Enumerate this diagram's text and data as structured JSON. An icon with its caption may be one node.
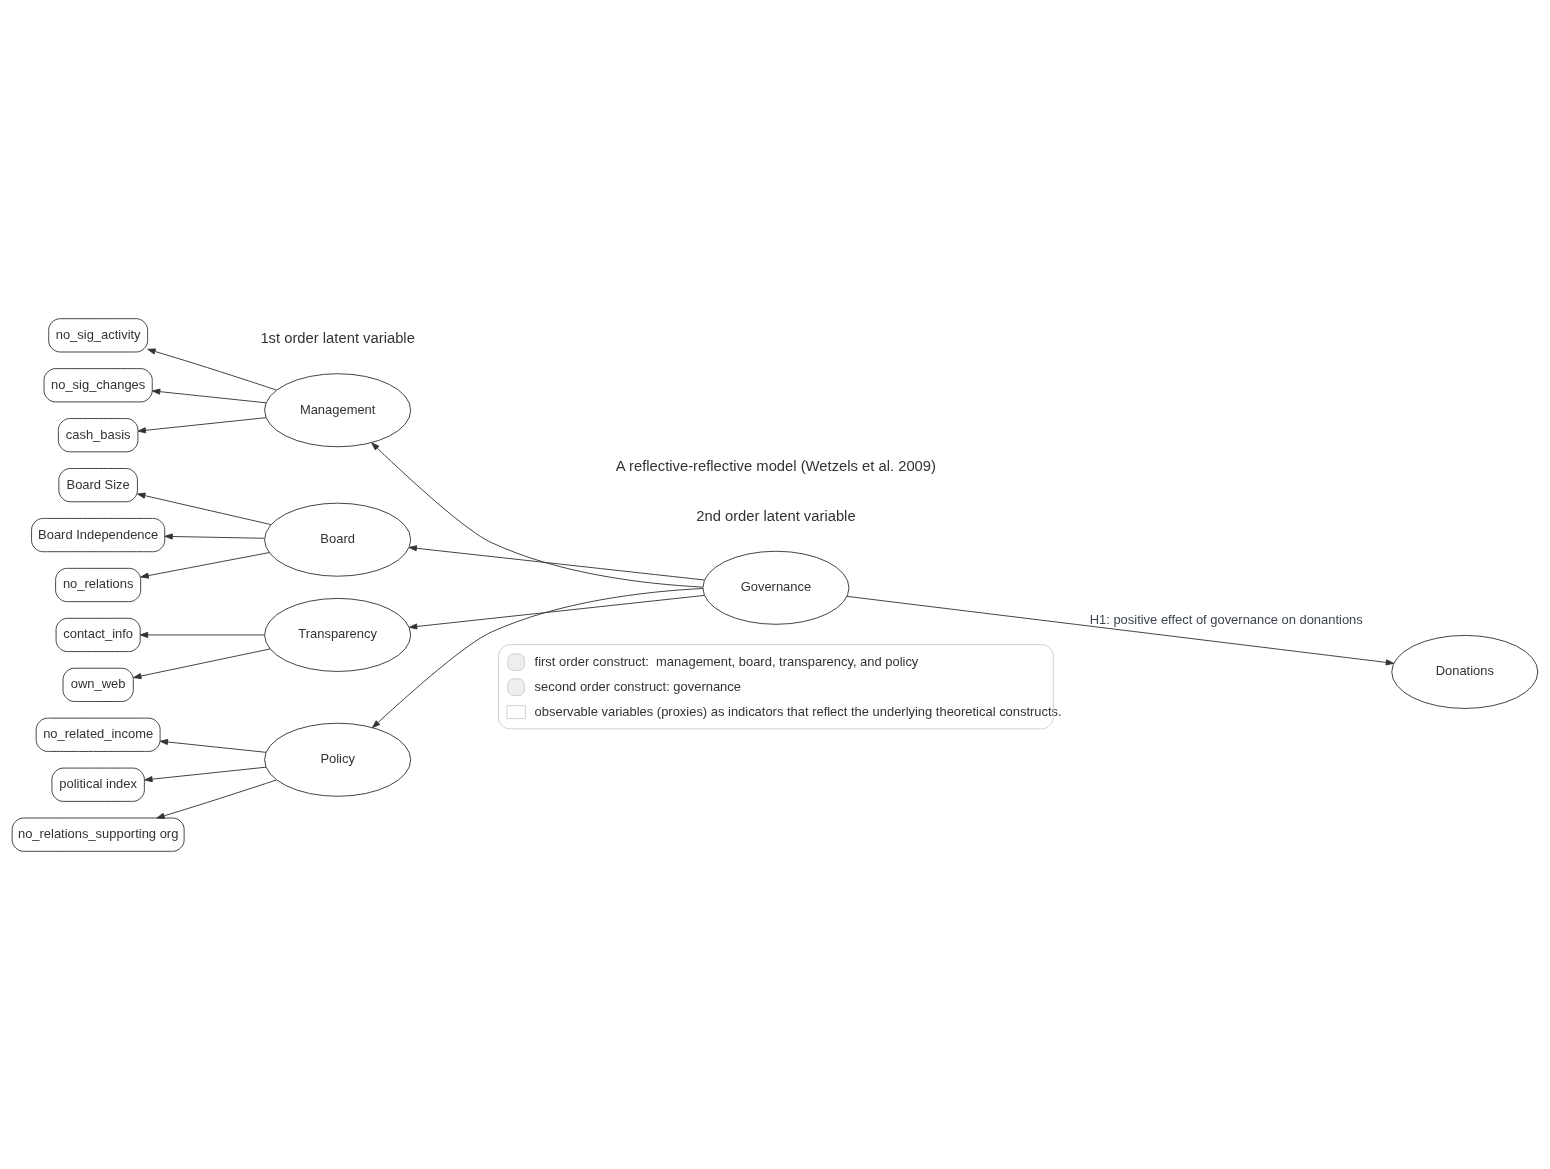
{
  "diagram": {
    "nodes": [
      {
        "text": [
          "Management"
        ]
      },
      {
        "text": [
          "no_sig_activity"
        ]
      },
      {
        "text": [
          "no_sig_changes"
        ]
      },
      {
        "text": [
          "cash_basis"
        ]
      },
      {
        "text": [
          "Board"
        ]
      },
      {
        "text": [
          "Board Size"
        ]
      },
      {
        "text": [
          "Board Independence"
        ]
      },
      {
        "text": [
          "no_relations"
        ]
      },
      {
        "text": [
          "Transparency"
        ]
      },
      {
        "text": [
          "contact_info"
        ]
      },
      {
        "text": [
          "own_web"
        ]
      },
      {
        "text": [
          "Policy"
        ]
      },
      {
        "text": [
          "no_related_income"
        ]
      },
      {
        "text": [
          "political index"
        ]
      },
      {
        "text": [
          "no_relations_supporting org"
        ]
      },
      {
        "text": [
          "Governance"
        ]
      },
      {
        "text": [
          "Donations"
        ]
      }
    ],
    "edges": [
      {
        "from": 0,
        "to": 1,
        "arrow": "to"
      },
      {
        "from": 0,
        "to": 2,
        "arrow": "to"
      },
      {
        "from": 0,
        "to": 3,
        "arrow": "to"
      },
      {
        "from": 15,
        "to": 0,
        "arrow": "to"
      },
      {
        "from": 4,
        "to": 5,
        "arrow": "to"
      },
      {
        "from": 4,
        "to": 6,
        "arrow": "to"
      },
      {
        "from": 15,
        "to": 4,
        "arrow": "to"
      },
      {
        "from": 4,
        "to": 7,
        "arrow": "to"
      },
      {
        "from": 15,
        "to": 16,
        "label": "H1: positive effect of governance on donantions",
        "arrow": "to"
      },
      {
        "from": 8,
        "to": 9,
        "arrow": "to"
      },
      {
        "from": 15,
        "to": 8,
        "arrow": "to"
      },
      {
        "from": 8,
        "to": 10,
        "arrow": "to"
      },
      {
        "from": 11,
        "to": 12,
        "arrow": "to"
      },
      {
        "from": 11,
        "to": 13,
        "arrow": "to"
      },
      {
        "from": 15,
        "to": 11,
        "arrow": "to"
      },
      {
        "from": 11,
        "to": 14,
        "arrow": "to"
      }
    ],
    "labels": [
      "1st order latent variable",
      "2nd order latent variable",
      "A reflective-reflective model (Wetzels et al. 2009)"
    ],
    "legend": [
      {
        "text": "first order construct:  management, board, transparency, and policy"
      },
      {
        "text": "second order construct: governance"
      },
      {
        "text": "observable variables (proxies) as indicators that reflect the underlying theoretical constructs."
      }
    ]
  }
}
